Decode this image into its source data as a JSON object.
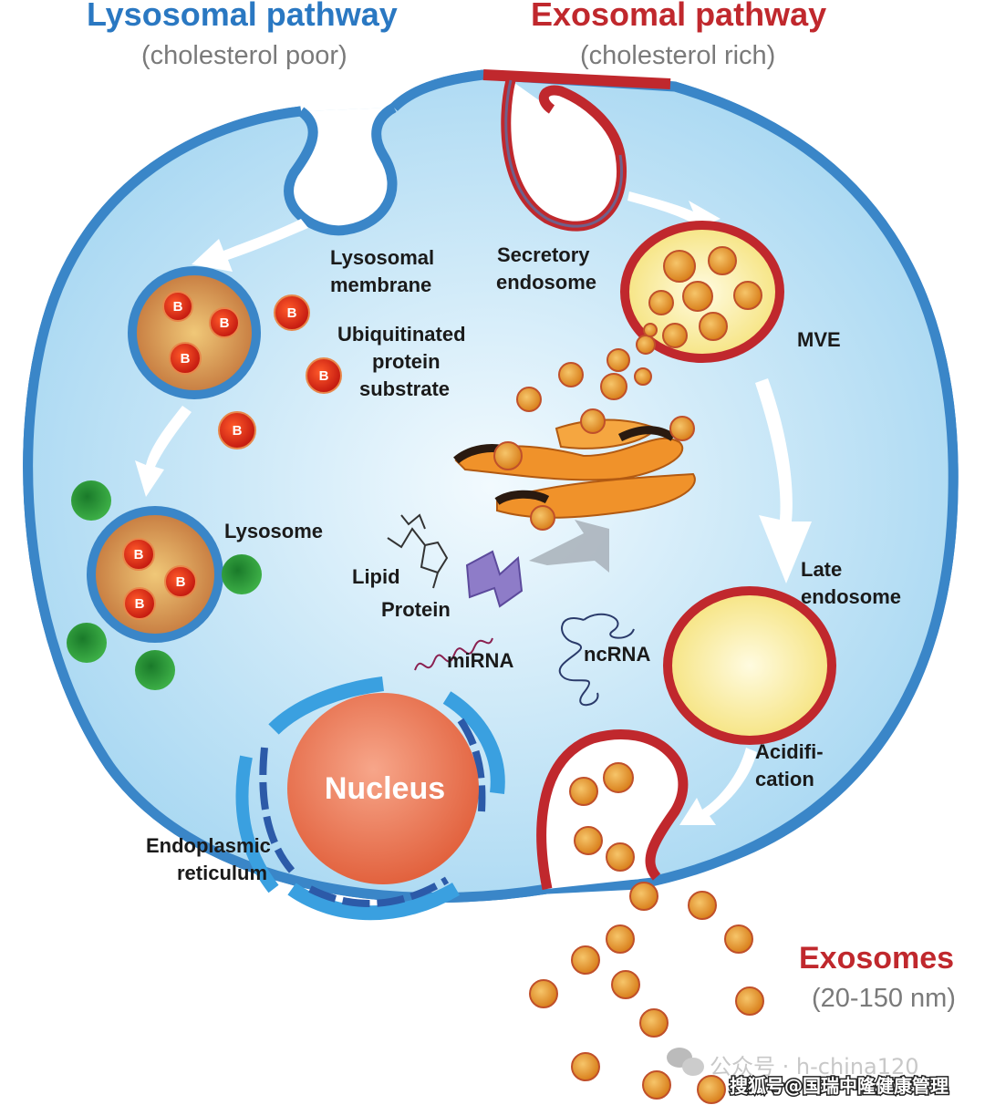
{
  "titles": {
    "lysosomal": "Lysosomal pathway",
    "lysosomal_sub": "(cholesterol poor)",
    "exosomal": "Exosomal pathway",
    "exosomal_sub": "(cholesterol rich)"
  },
  "labels": {
    "lysosomal_membrane": [
      "Lysosomal",
      "membrane"
    ],
    "ubiquitinated": [
      "Ubiquitinated",
      "protein",
      "substrate"
    ],
    "lysosome": "Lysosome",
    "lipid": "Lipid",
    "protein": "Protein",
    "mirna": "miRNA",
    "ncrna": "ncRNA",
    "secretory_endosome": [
      "Secretory",
      "endosome"
    ],
    "mve": "MVE",
    "late_endosome": [
      "Late",
      "endosome"
    ],
    "acidification": [
      "Acidifi-",
      "cation"
    ],
    "nucleus": "Nucleus",
    "er": [
      "Endoplasmic",
      "reticulum"
    ],
    "exosomes": "Exosomes",
    "exosome_size": "(20-150 nm)",
    "substrate_marker": "B"
  },
  "watermark": {
    "wechat": "公众号 · h-china120",
    "sohu": "搜狐号@国瑞中隆健康管理"
  },
  "colors": {
    "lysosomal_blue": "#2a78c2",
    "exosomal_red": "#c0282d",
    "cell_fill": "#bfe3f7",
    "membrane": "#3a86c8",
    "vesicle_orange": "#e8962a"
  }
}
